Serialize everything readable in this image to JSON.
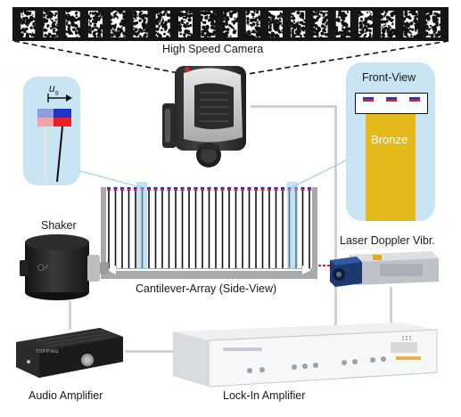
{
  "labels": {
    "camera": "High Speed Camera",
    "front_view": "Front-View",
    "bronze": "Bronze",
    "shaker": "Shaker",
    "laser": "Laser Doppler Vibr.",
    "cantilever": "Cantilever-Array (Side-View)",
    "audio_amp": "Audio Amplifier",
    "lockin": "Lock-In Amplifier",
    "displacement_symbol": "u",
    "displacement_subscript": "s",
    "audio_brand": "TOPPING"
  },
  "colors": {
    "bubble": "#c9e4f3",
    "bronze": "#e4b91c",
    "marker_red": "#e5202a",
    "marker_blue": "#2233c8",
    "frame": "#a7a9ac",
    "wire": "#cfd3d6"
  },
  "components": {
    "speckle_frames": 19,
    "cantilevers": 31,
    "front_view_markers": 3
  },
  "icons": [
    "high-speed-camera-icon",
    "shaker-icon",
    "laser-vibrometer-icon",
    "audio-amplifier-icon",
    "lock-in-amplifier-icon",
    "arrow-icon"
  ]
}
